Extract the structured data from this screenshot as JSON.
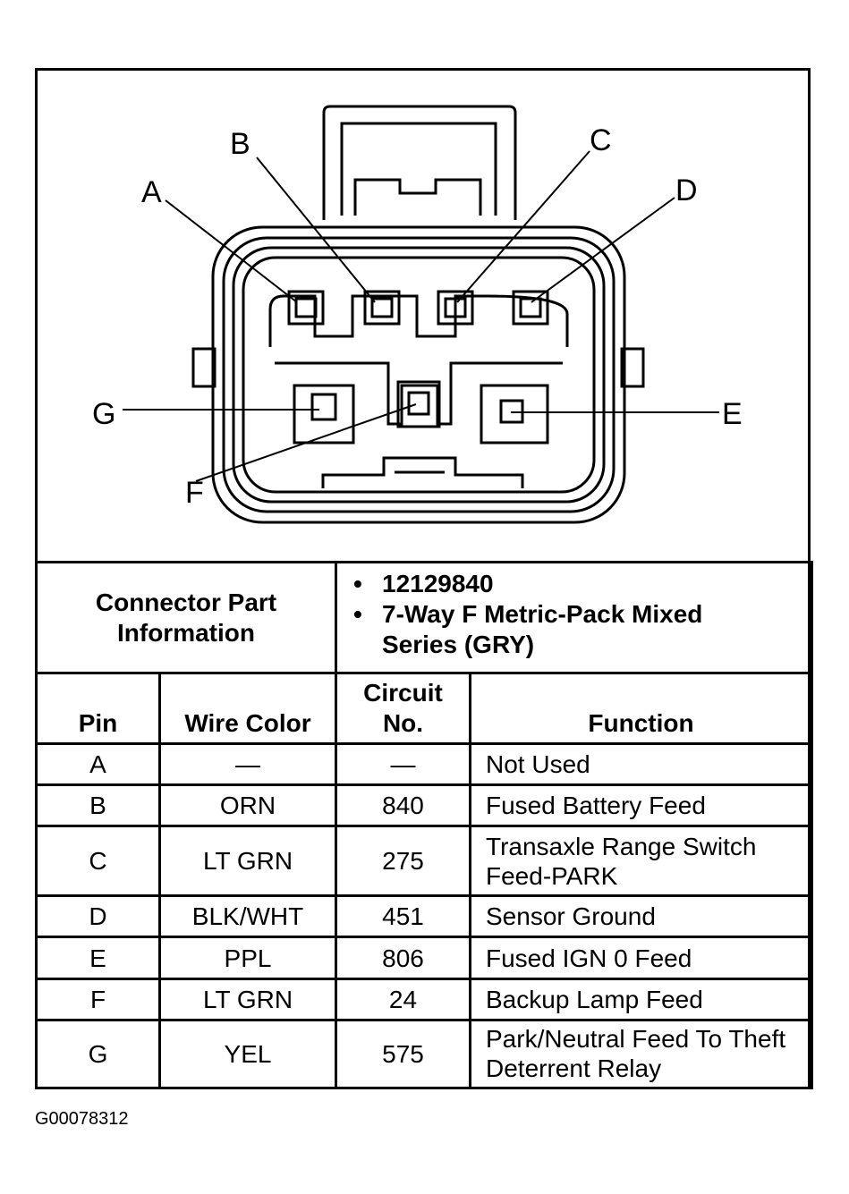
{
  "diagram": {
    "pin_labels": [
      "A",
      "B",
      "C",
      "D",
      "E",
      "F",
      "G"
    ]
  },
  "connector_info": {
    "label": "Connector Part\nInformation",
    "items": [
      "12129840",
      "7-Way F Metric-Pack Mixed Series (GRY)"
    ]
  },
  "table": {
    "headers": {
      "pin": "Pin",
      "wire_color": "Wire Color",
      "circuit": "Circuit No.",
      "function": "Function"
    },
    "rows": [
      {
        "pin": "A",
        "wire_color": "—",
        "circuit": "—",
        "function": "Not Used"
      },
      {
        "pin": "B",
        "wire_color": "ORN",
        "circuit": "840",
        "function": "Fused Battery Feed"
      },
      {
        "pin": "C",
        "wire_color": "LT GRN",
        "circuit": "275",
        "function": "Transaxle Range Switch Feed-PARK"
      },
      {
        "pin": "D",
        "wire_color": "BLK/WHT",
        "circuit": "451",
        "function": "Sensor Ground"
      },
      {
        "pin": "E",
        "wire_color": "PPL",
        "circuit": "806",
        "function": "Fused IGN 0 Feed"
      },
      {
        "pin": "F",
        "wire_color": "LT GRN",
        "circuit": "24",
        "function": "Backup Lamp Feed"
      },
      {
        "pin": "G",
        "wire_color": "YEL",
        "circuit": "575",
        "function": "Park/Neutral Feed To Theft Deterrent Relay"
      }
    ]
  },
  "figure_id": "G00078312"
}
